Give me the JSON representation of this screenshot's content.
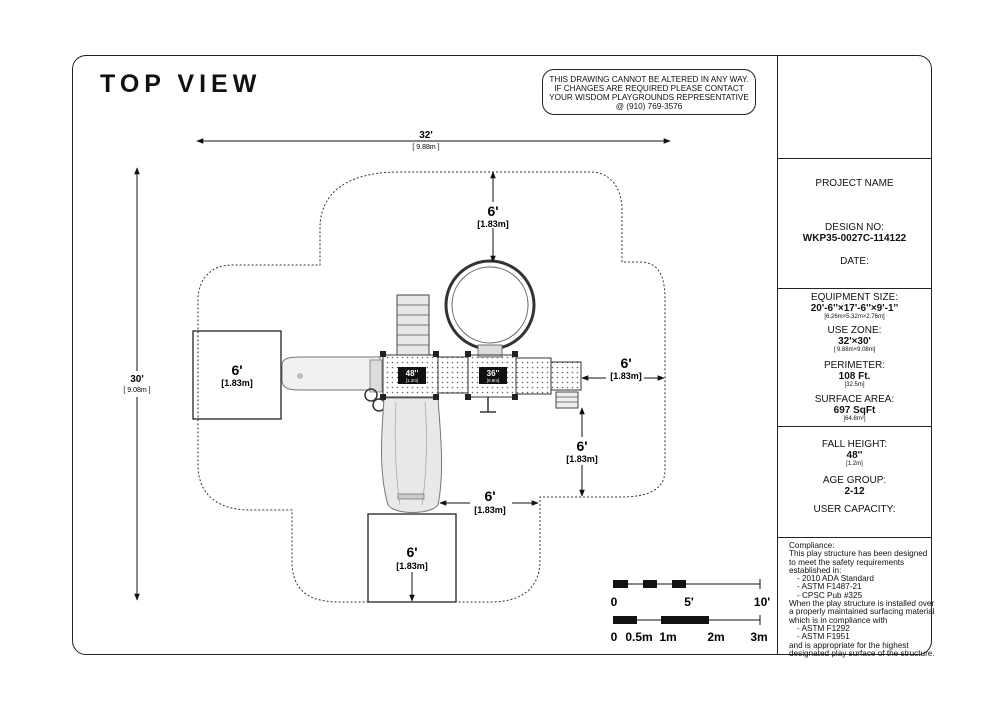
{
  "title": "TOP VIEW",
  "notice": {
    "line1": "THIS DRAWING CANNOT BE ALTERED IN ANY WAY.",
    "line2": "IF CHANGES ARE REQUIRED PLEASE CONTACT",
    "line3": "YOUR WISDOM PLAYGROUNDS REPRESENTATIVE",
    "line4": "@ (910) 769-3576"
  },
  "dimensions": {
    "width_ft": "32'",
    "width_m": "[ 9.88m ]",
    "height_ft": "30'",
    "height_m": "[ 9.08m ]",
    "zone_ft": "6'",
    "zone_m": "[1.83m]",
    "deck1_ft": "48''",
    "deck1_m": "[1.2m]",
    "deck2_ft": "36''",
    "deck2_m": "[0.9m]"
  },
  "panel": {
    "project_name_label": "PROJECT NAME",
    "design_no_label": "DESIGN NO:",
    "design_no_value": "WKP35-0027C-114122",
    "date_label": "DATE:",
    "equipment_size_label": "EQUIPMENT SIZE:",
    "equipment_size_value": "20'-6''×17'-6''×9'-1''",
    "equipment_size_metric": "[6.26m×5.32m×2.76m]",
    "use_zone_label": "USE ZONE:",
    "use_zone_value": "32'×30'",
    "use_zone_metric": "[ 9.88m×9.08m]",
    "perimeter_label": "PERIMETER:",
    "perimeter_value": "108 Ft.",
    "perimeter_metric": "[32.5m]",
    "surface_area_label": "SURFACE AREA:",
    "surface_area_value": "697 SqFt",
    "surface_area_metric": "[64.8m²]",
    "fall_height_label": "FALL HEIGHT:",
    "fall_height_value": "48''",
    "fall_height_metric": "[1.2m]",
    "age_group_label": "AGE GROUP:",
    "age_group_value": "2-12",
    "user_capacity_label": "USER CAPACITY:"
  },
  "compliance": {
    "heading": "Compliance:",
    "l1": "This play structure has been designed",
    "l2": "to meet the safety requirements",
    "l3": "established in:",
    "b1": "-     2010 ADA Standard",
    "b2": "-     ASTM F1487-21",
    "b3": "-     CPSC Pub #325",
    "l4": "When the play structure is installed over",
    "l5": "a properly maintained surfacing material",
    "l6": "which is in compliance with",
    "b4": "-     ASTM F1292",
    "b5": "-     ASTM F1951",
    "l7": "and is appropriate for the highest",
    "l8": "designated play surface of the structure."
  },
  "scale": {
    "ft_0": "0",
    "ft_5": "5'",
    "ft_10": "10'",
    "m_0": "0",
    "m_05": "0.5m",
    "m_1": "1m",
    "m_2": "2m",
    "m_3": "3m"
  }
}
